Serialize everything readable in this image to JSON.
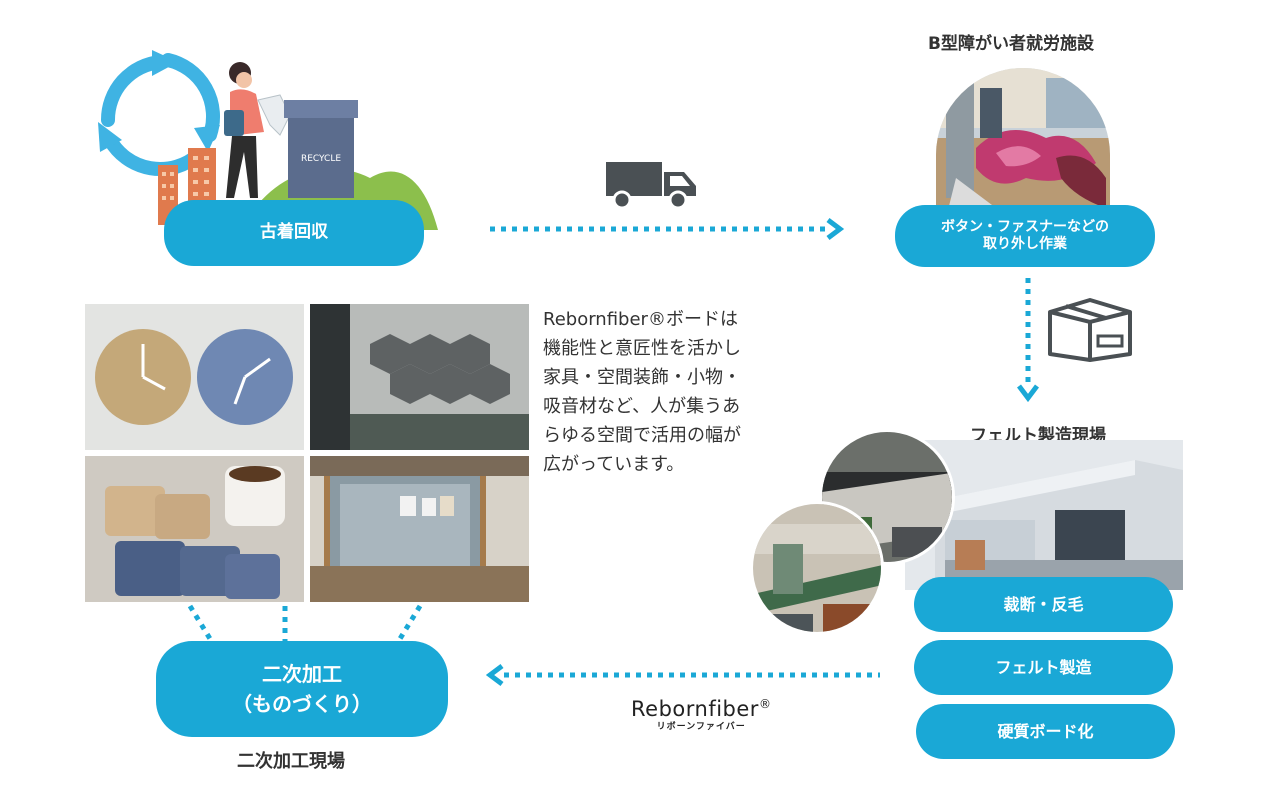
{
  "steps": {
    "collection": {
      "pill_label": "古着回収",
      "bin_label": "RECYCLE"
    },
    "facility": {
      "heading": "B型障がい者就労施設",
      "pill_line1": "ボタン・ファスナーなどの",
      "pill_line2": "取り外し作業"
    },
    "factory": {
      "heading": "フェルト製造現場",
      "processes": [
        "裁断・反毛",
        "フェルト製造",
        "硬質ボード化"
      ]
    },
    "secondary": {
      "pill_line1": "二次加工",
      "pill_line2": "（ものづくり）",
      "caption": "二次加工現場"
    }
  },
  "description": [
    "Rebornfiber®ボードは",
    "機能性と意匠性を活かし",
    "家具・空間装飾・小物・",
    "吸音材など、人が集うあ",
    "らゆる空間で活用の幅が",
    "広がっています。"
  ],
  "brand": {
    "name": "Rebornfiber",
    "mark": "®",
    "kana": "リボーンファイバー"
  },
  "colors": {
    "accent": "#1aa8d6",
    "text": "#333333",
    "icon": "#4a5054"
  },
  "icons": [
    "recycle-arrows-icon",
    "truck-icon",
    "package-box-icon"
  ]
}
